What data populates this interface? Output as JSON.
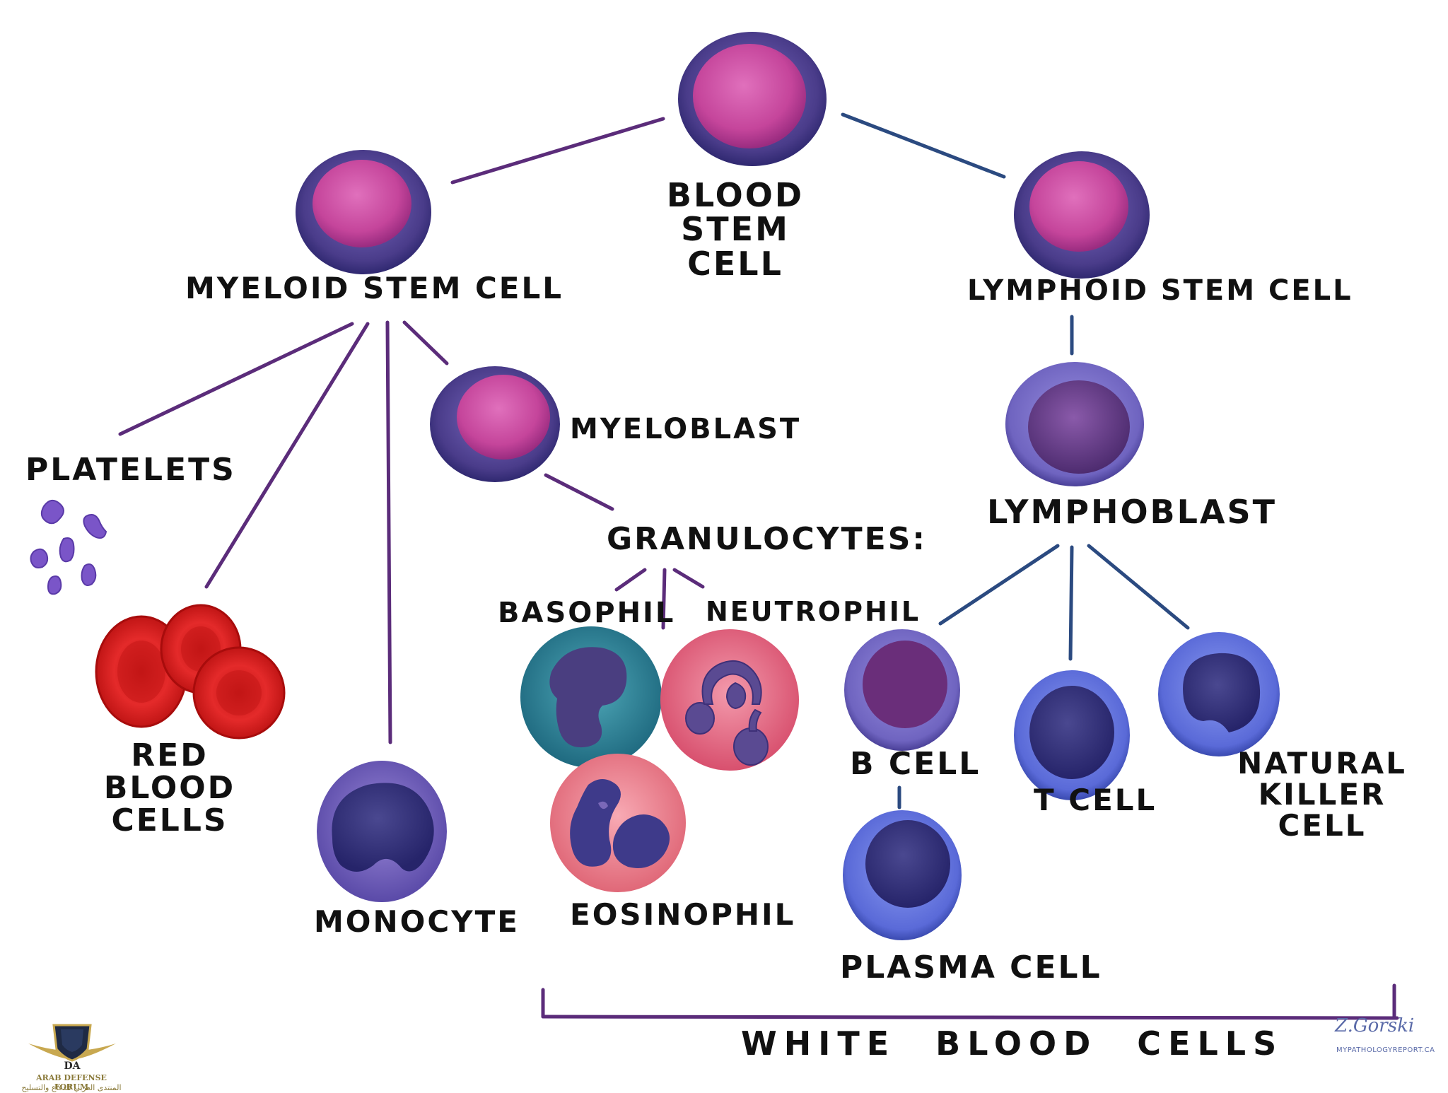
{
  "labels": {
    "blood_stem_cell": "BLOOD STEM\nCELL",
    "myeloid_stem_cell": "MYELOID STEM CELL",
    "lymphoid_stem_cell": "LYMPHOID STEM CELL",
    "myeloblast": "MYELOBLAST",
    "lymphoblast": "LYMPHOBLAST",
    "platelets": "PLATELETS",
    "granulocytes": "GRANULOCYTES:",
    "basophil": "BASOPHIL",
    "neutrophil": "NEUTROPHIL",
    "red_blood_cells": "RED BLOOD\nCELLS",
    "monocyte": "MONOCYTE",
    "eosinophil": "EOSINOPHIL",
    "b_cell": "B CELL",
    "t_cell": "T CELL",
    "natural_killer_cell": "NATURAL\nKILLER CELL",
    "plasma_cell": "PLASMA CELL",
    "white_blood_cells": "WHITE BLOOD CELLS"
  },
  "signature": {
    "author": "Z.Gorski",
    "site": "MYPATHOLOGYREPORT.CA"
  },
  "logo": {
    "abbr": "DA",
    "name": "ARAB DEFENSE FORUM",
    "name_ar": "المنتدى العربي للدفاع والتسليح"
  },
  "colors": {
    "myeloid_line": "#5b2c7a",
    "lymphoid_line": "#2b4a80",
    "stem_outer": "#5a4a9a",
    "stem_nucleus": "#c0408f",
    "lymph_outer": "#7a70c8",
    "lymph_nucleus": "#6a3a8a",
    "rbc": "#e02020",
    "basophil": "#2f8a9a",
    "neutrophil": "#e8607a",
    "eosinophil": "#ee8090",
    "t_nk_outer": "#5a70d8",
    "platelet": "#7a55c8"
  }
}
